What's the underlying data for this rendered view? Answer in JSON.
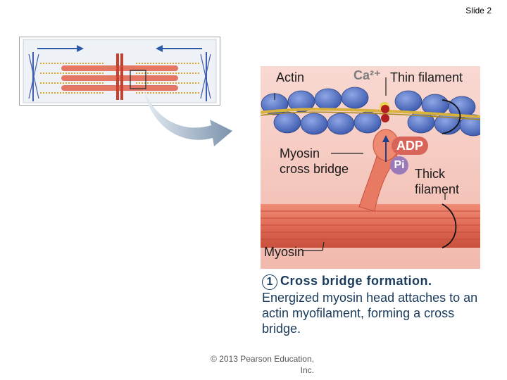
{
  "slide": {
    "number_label": "Slide 2"
  },
  "figure": {
    "labels": {
      "actin": "Actin",
      "calcium": "Ca²⁺",
      "thin_filament": "Thin filament",
      "myosin_cross_bridge_line1": "Myosin",
      "myosin_cross_bridge_line2": "cross bridge",
      "adp": "ADP",
      "pi": "Pi",
      "thick_filament_line1": "Thick",
      "thick_filament_line2": "filament",
      "myosin": "Myosin"
    },
    "colors": {
      "background_pink": "#f6c9c0",
      "actin_blue": "#4f6fc4",
      "tropomyosin_yellow": "#d8b23a",
      "myosin_red": "#e06a55",
      "adp_red": "#d9645a",
      "pi_purple": "#9a7ab8",
      "calcium_red": "#b31f1f"
    }
  },
  "caption": {
    "step_number": "1",
    "title": "Cross bridge formation.",
    "body": "Energized myosin head attaches to an actin myofilament, forming a cross bridge."
  },
  "footer": {
    "copyright_line1": "© 2013 Pearson Education,",
    "copyright_line2": "Inc."
  }
}
